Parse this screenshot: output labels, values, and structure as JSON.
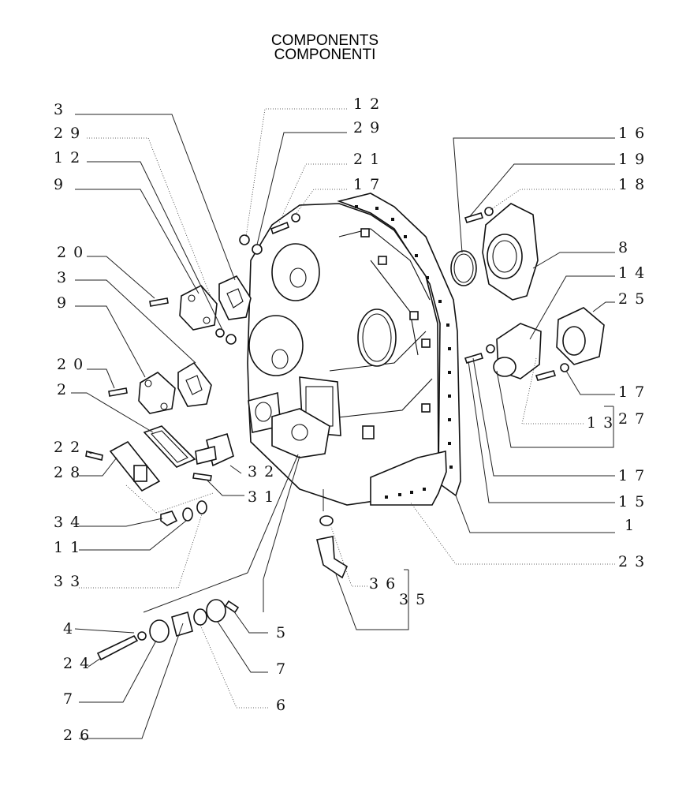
{
  "title": {
    "line1": "COMPONENTS",
    "line2": "COMPONENTI"
  },
  "callouts": {
    "c3a": "3",
    "c29a": "29",
    "c12a": "12",
    "c9a": "9",
    "c20a": "20",
    "c3b": "3",
    "c9b": "9",
    "c20b": "20",
    "c2": "2",
    "c22": "22",
    "c28": "28",
    "c34": "34",
    "c11": "11",
    "c33": "33",
    "c4": "4",
    "c24": "24",
    "c7a": "7",
    "c26": "26",
    "c12b": "12",
    "c29b": "29",
    "c21": "21",
    "c17a": "17",
    "c16": "16",
    "c19": "19",
    "c18": "18",
    "c8": "8",
    "c14": "14",
    "c25": "25",
    "c17b": "17",
    "c27": "27",
    "c13": "13",
    "c17c": "17",
    "c15": "15",
    "c1": "1",
    "c23": "23",
    "c32": "32",
    "c31": "31",
    "c36": "36",
    "c35": "35",
    "c5": "5",
    "c7b": "7",
    "c6": "6"
  }
}
